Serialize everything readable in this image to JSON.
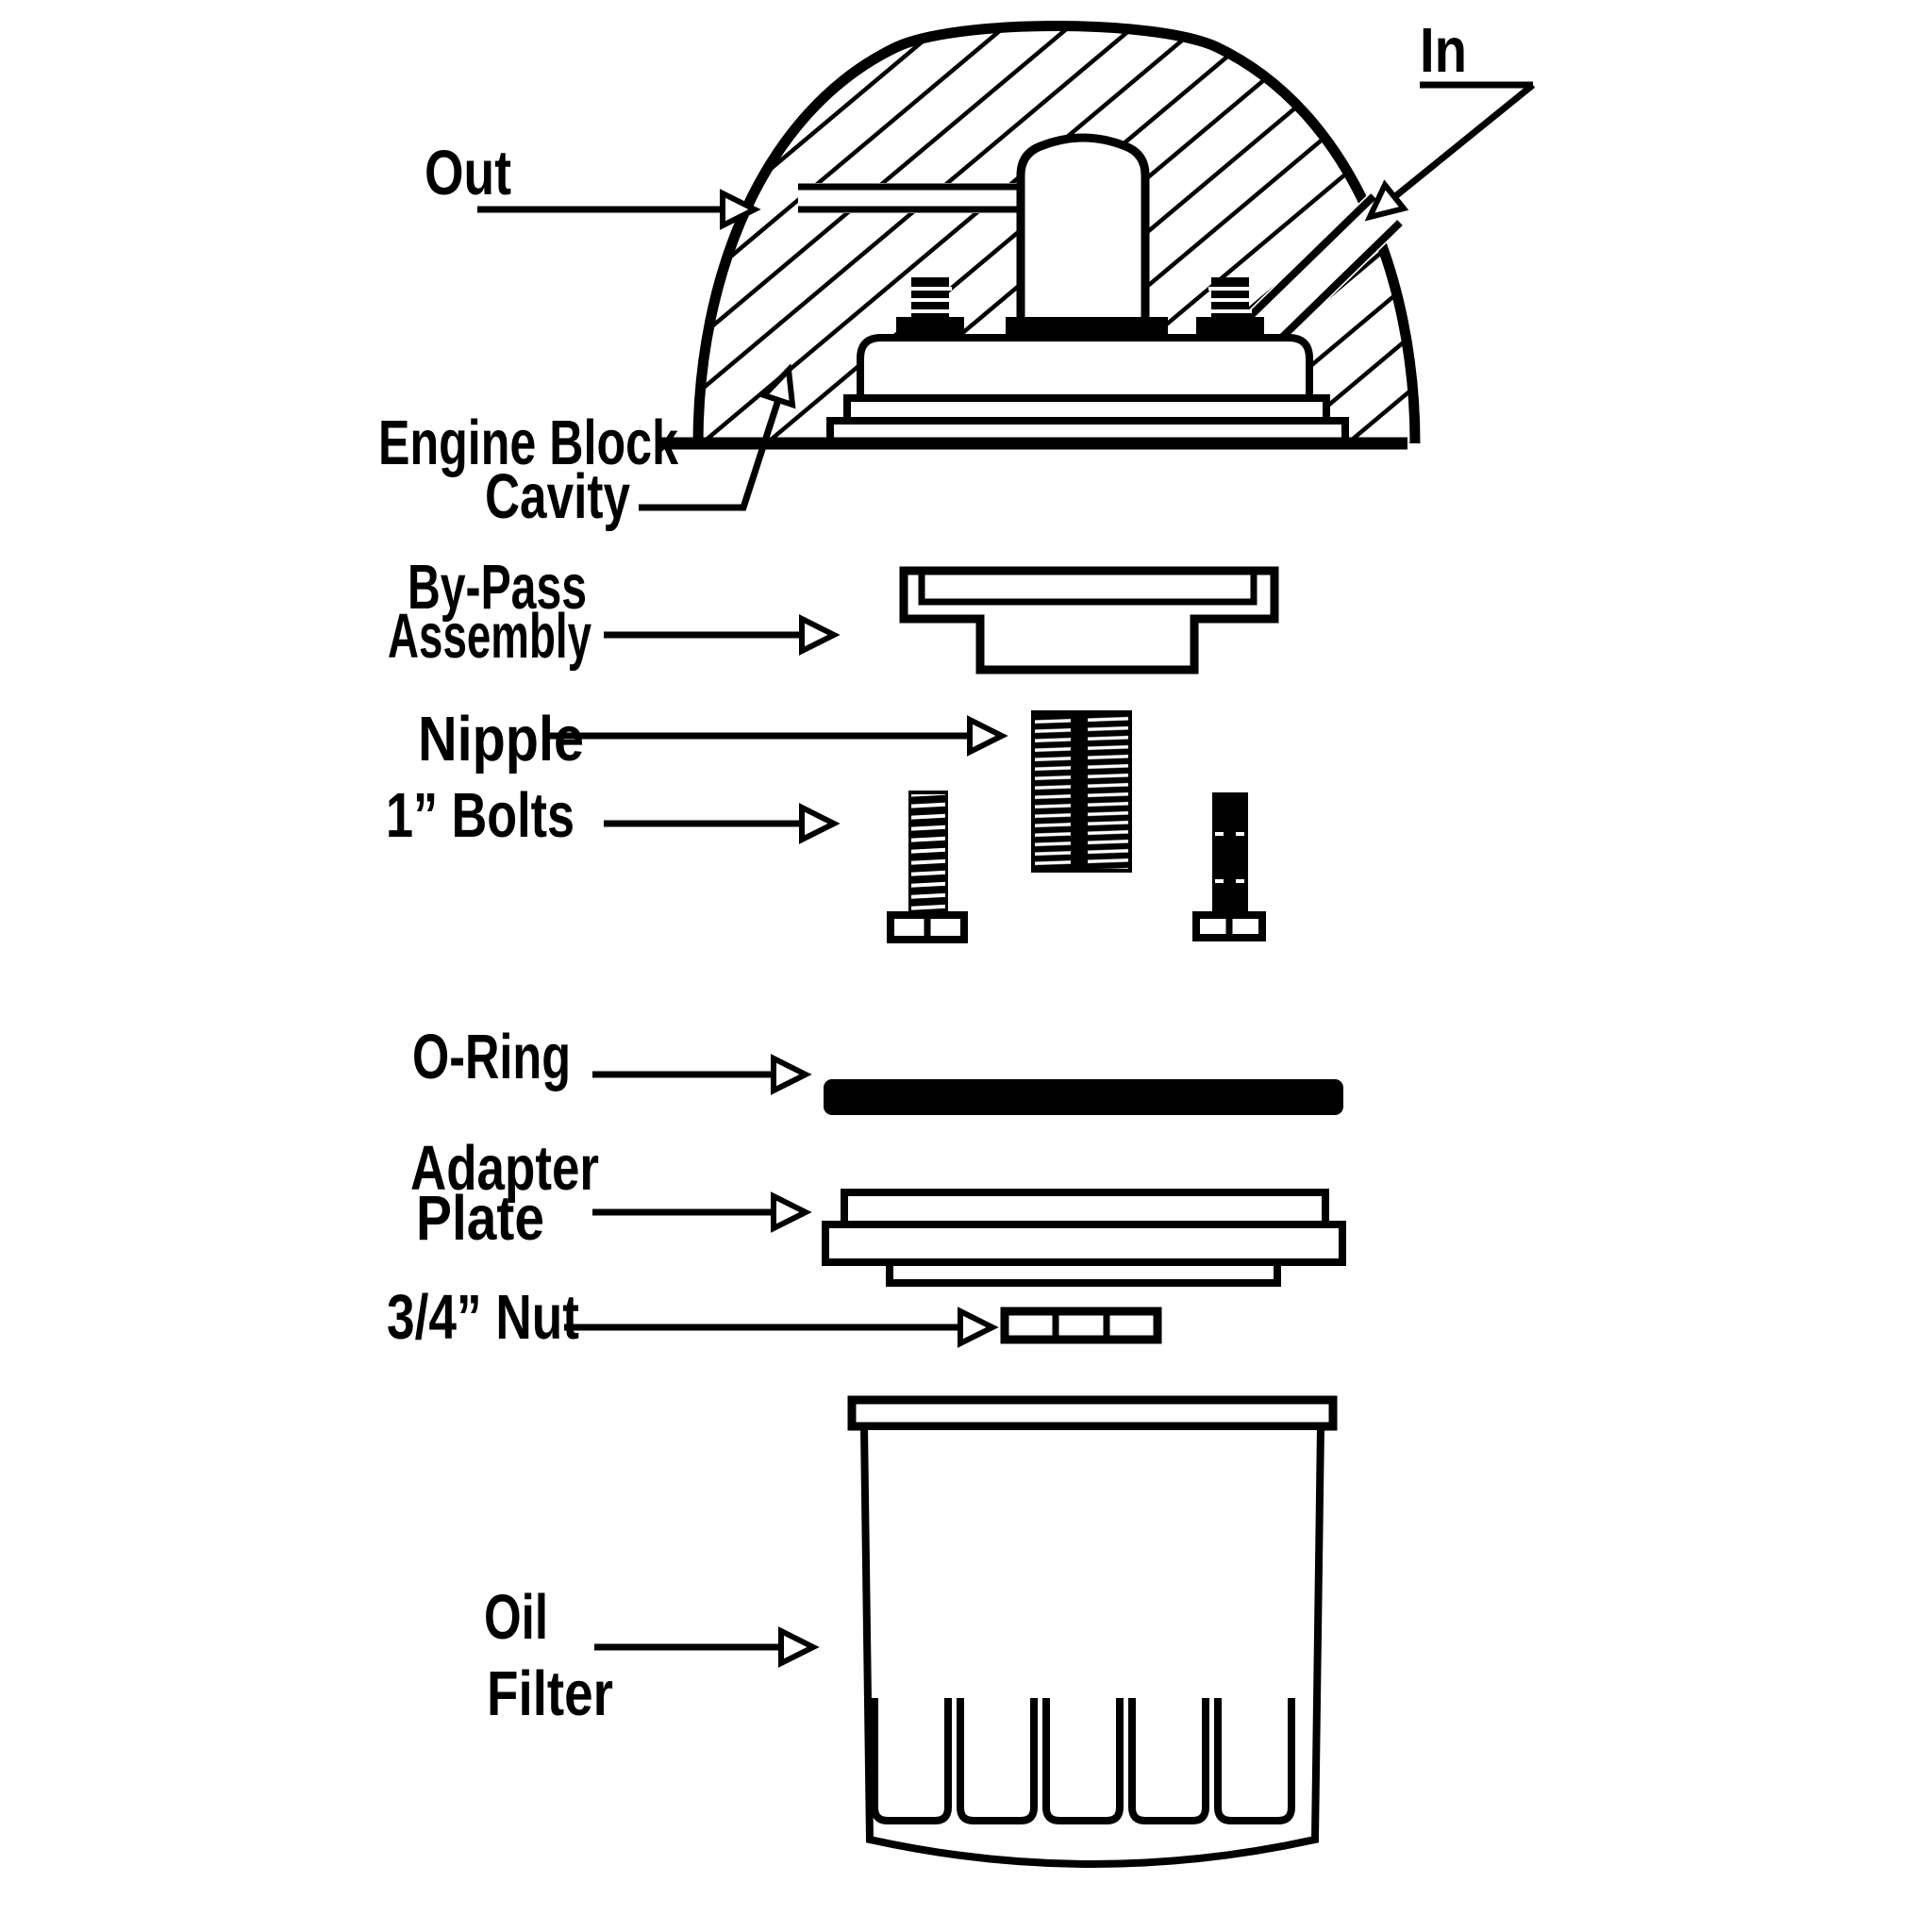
{
  "diagram": {
    "type": "exploded-parts-diagram",
    "subject": "Oil filter adapter mounting on engine block (cross-section)",
    "colors": {
      "ink": "#000000",
      "paper": "#ffffff"
    },
    "labels": {
      "out": "Out",
      "in": "In",
      "engine_block": "Engine Block",
      "cavity": "Cavity",
      "bypass1": "By-Pass",
      "bypass2": "Assembly",
      "nipple": "Nipple",
      "bolts": "1” Bolts",
      "oring": "O-Ring",
      "adapter1": "Adapter",
      "adapter2": "Plate",
      "nut": "3/4” Nut",
      "oil1": "Oil",
      "oil2": "Filter"
    },
    "parts": [
      "engine-block-cross-section",
      "out-oil-passage",
      "in-oil-passage",
      "engine-block-cavity",
      "installed-nipple-boss",
      "mounting-studs",
      "by-pass-assembly",
      "nipple",
      "one-inch-bolt-left",
      "one-inch-bolt-right",
      "o-ring",
      "adapter-plate",
      "three-quarter-inch-nut",
      "oil-filter"
    ]
  }
}
